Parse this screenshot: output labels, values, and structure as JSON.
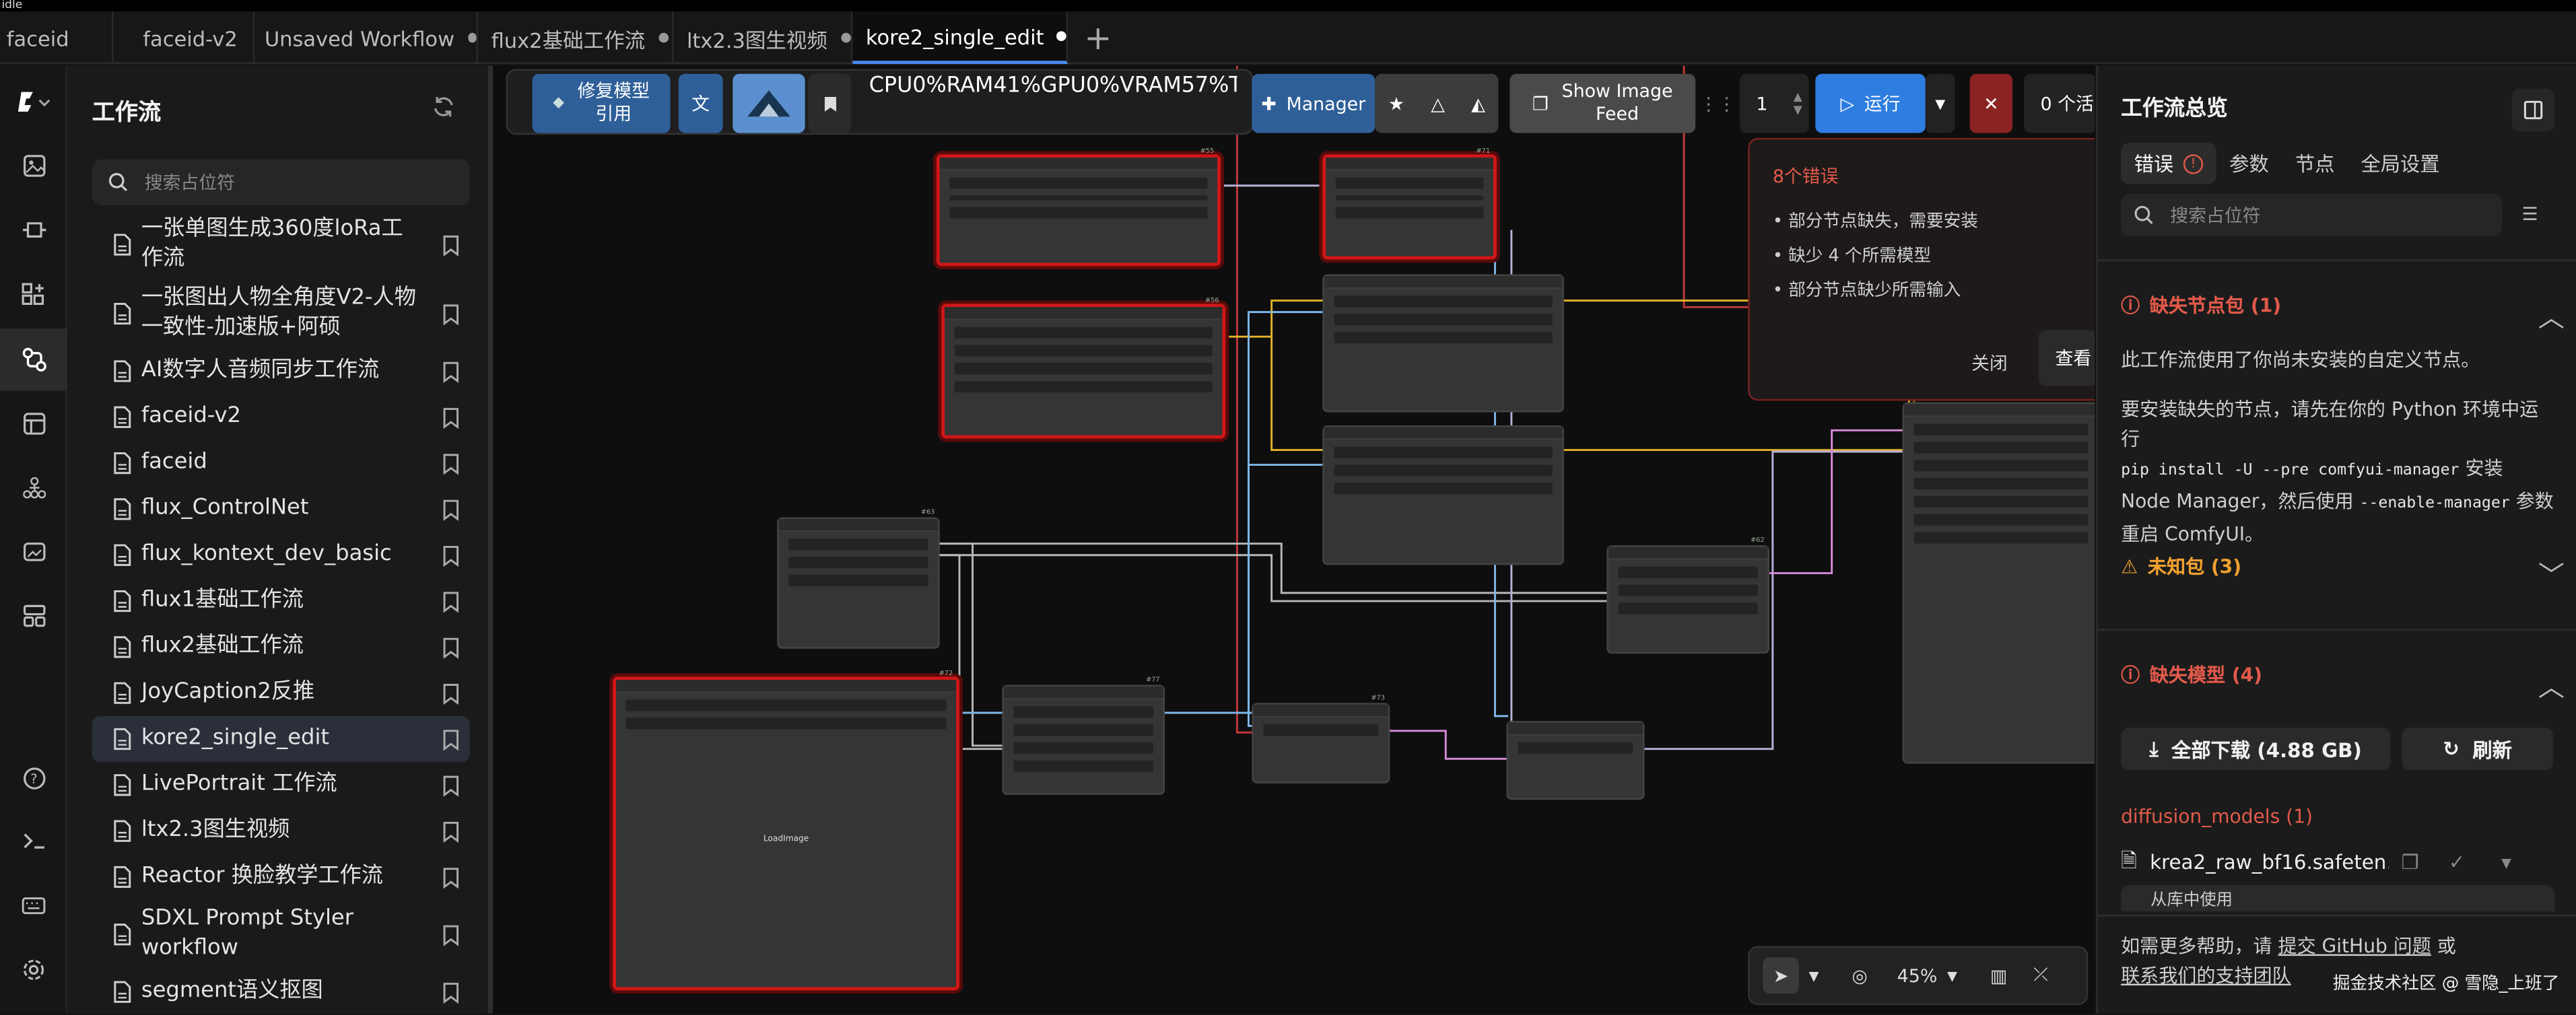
{
  "window": {
    "title": "idle"
  },
  "tabs": [
    {
      "label": "faceid",
      "dot": false
    },
    {
      "label": "faceid-v2",
      "dot": false
    },
    {
      "label": "Unsaved Workflow",
      "dot": true
    },
    {
      "label": "flux2基础工作流",
      "dot": true
    },
    {
      "label": "ltx2.3图生视频",
      "dot": true
    },
    {
      "label": "kore2_single_edit",
      "dot": true,
      "active": true
    }
  ],
  "sidebar": {
    "title": "工作流",
    "search_placeholder": "搜索占位符",
    "items": [
      {
        "label": "一张单图生成360度loRa工作流"
      },
      {
        "label": "一张图出人物全角度V2-人物一致性-加速版+阿硕"
      },
      {
        "label": "AI数字人音频同步工作流"
      },
      {
        "label": "faceid-v2"
      },
      {
        "label": "faceid"
      },
      {
        "label": "flux_ControlNet"
      },
      {
        "label": "flux_kontext_dev_basic"
      },
      {
        "label": "flux1基础工作流"
      },
      {
        "label": "flux2基础工作流"
      },
      {
        "label": "JoyCaption2反推"
      },
      {
        "label": "kore2_single_edit",
        "selected": true
      },
      {
        "label": "LivePortrait 工作流"
      },
      {
        "label": "ltx2.3图生视频"
      },
      {
        "label": "Reactor 换脸教学工作流"
      },
      {
        "label": "SDXL Prompt Styler workflow"
      },
      {
        "label": "segment语义抠图"
      }
    ]
  },
  "toolbar": {
    "repair_label": "修复模型\n引用",
    "stats": "CPU0%RAM41%GPU0%VRAM57%T",
    "manager_label": "Manager",
    "feed_label": "Show Image\nFeed",
    "run_count": "1",
    "run_label": "运行",
    "queue_label": "0 个活"
  },
  "canvas": {
    "node_ids": [
      "#55",
      "#71",
      "#56",
      "#63",
      "#62",
      "#72",
      "#77",
      "#73"
    ],
    "loadimage_label": "LoadImage"
  },
  "error_popup": {
    "title": "8个错误",
    "items": [
      "部分节点缺失，需要安装",
      "缺少 4 个所需模型",
      "部分节点缺少所需输入"
    ],
    "close_label": "关闭",
    "view_label": "查看"
  },
  "canvas_controls": {
    "zoom": "45%"
  },
  "right_panel": {
    "title": "工作流总览",
    "tabs": [
      "错误",
      "参数",
      "节点",
      "全局设置"
    ],
    "search_placeholder": "搜索占位符",
    "missing_packs_title": "缺失节点包 (1)",
    "missing_packs_desc": "此工作流使用了你尚未安装的自定义节点。",
    "install_text_1": "要安装缺失的节点，请先在你的 Python 环境中运行",
    "install_cmd": "pip install -U --pre comfyui-manager",
    "install_text_2": "安装 Node Manager，然后使用",
    "install_flag": "--enable-manager",
    "install_text_3": "参数重启 ComfyUI。",
    "unknown_packs_title": "未知包 (3)",
    "missing_models_title": "缺失模型 (4)",
    "download_all_label": "全部下载 (4.88 GB)",
    "refresh_label": "刷新",
    "model_group": "diffusion_models (1)",
    "model_file": "krea2_raw_bf16.safeten...",
    "model_sub": "从库中使用",
    "help_prefix": "如需更多帮助，请",
    "help_link1": "提交 GitHub 问题",
    "help_or": "或",
    "help_link2": "联系我们的支持团队"
  },
  "watermark": "掘金技术社区 @ 雪隐_上班了",
  "colors": {
    "accent": "#4a8af0",
    "error": "#e25a4a",
    "warning": "#f0a030",
    "run": "#2e7de0"
  }
}
